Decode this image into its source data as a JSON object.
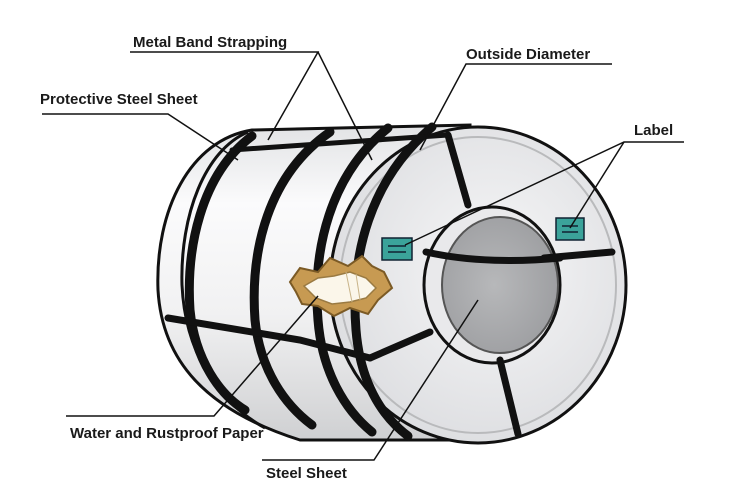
{
  "labels": {
    "metal_band_strapping": "Metal Band Strapping",
    "outside_diameter": "Outside Diameter",
    "protective_steel_sheet": "Protective Steel Sheet",
    "label": "Label",
    "water_rustproof_paper": "Water and Rustproof Paper",
    "steel_sheet": "Steel Sheet"
  },
  "colors": {
    "outline": "#111111",
    "body_fill": "#f4f4f5",
    "shade": "#d9dadc",
    "bore": "#a9aaac",
    "label_tag": "#3ba39a",
    "paper": "#c79a52",
    "paper_inner": "#fbf6ea"
  }
}
